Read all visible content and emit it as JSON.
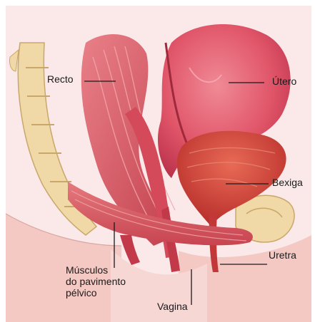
{
  "labels": {
    "recto": "Recto",
    "utero": "Útero",
    "bexiga": "Bexiga",
    "uretra": "Uretra",
    "vagina": "Vagina",
    "musculos_line1": "Músculos",
    "musculos_line2": "do pavimento",
    "musculos_line3": "pélvico"
  },
  "colors": {
    "background": "#fbe9ea",
    "muscle": "#d9505a",
    "uterus": "#e0566b",
    "bladder": "#d8433f",
    "bone": "#f0d9a6",
    "skin": "#f4c9c4"
  }
}
